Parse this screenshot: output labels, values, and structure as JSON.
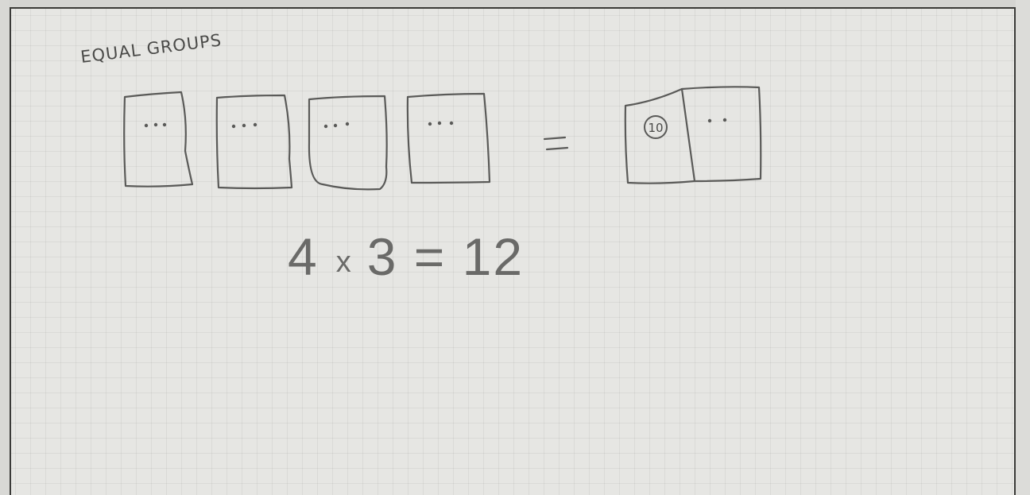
{
  "heading": "EQUAL GROUPS",
  "left_groups": {
    "count": 4,
    "dots_per_group": 3
  },
  "equals_sign": "=",
  "right_side": {
    "ten_circle_label": "10",
    "extra_dots": 2
  },
  "equation": {
    "factor_a": "4",
    "operator": "x",
    "factor_b": "3",
    "equals": "=",
    "product": "12"
  },
  "colors": {
    "paper": "#e6e6e3",
    "pencil": "#555553",
    "grid_line": "#a0a0a0"
  }
}
